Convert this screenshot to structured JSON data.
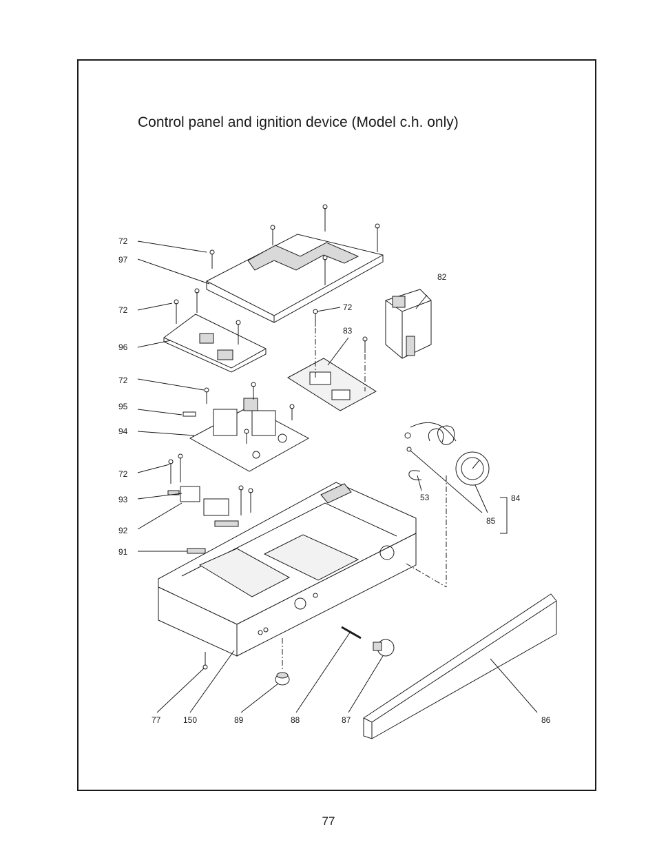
{
  "title": "Control panel and ignition device (Model c.h. only)",
  "page_number": "77",
  "colors": {
    "line": "#1a1a1a",
    "part_fill": "#ffffff",
    "shade": "#d9d9d9"
  },
  "callouts": {
    "c72a": "72",
    "c97": "97",
    "c72b": "72",
    "c96": "96",
    "c72c": "72",
    "c95": "95",
    "c94": "94",
    "c72d": "72",
    "c93": "93",
    "c92": "92",
    "c91": "91",
    "c82": "82",
    "c72e": "72",
    "c83": "83",
    "c53": "53",
    "c84": "84",
    "c85": "85",
    "c77": "77",
    "c150": "150",
    "c89": "89",
    "c88": "88",
    "c87": "87",
    "c86": "86"
  }
}
